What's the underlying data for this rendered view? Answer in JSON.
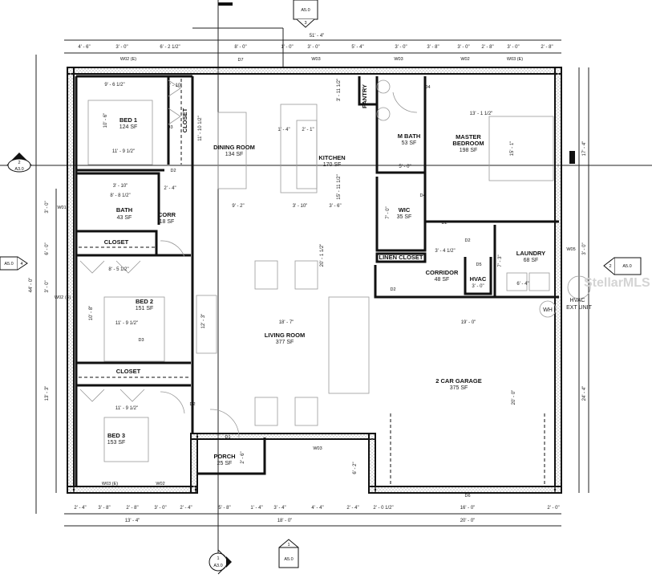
{
  "plan": {
    "overall_width": "51' - 4\"",
    "overall_depth": "44' - 0\"",
    "watermark": "StellarMLS",
    "rooms": {
      "bed1": {
        "name": "BED 1",
        "area": "124 SF"
      },
      "closet1": {
        "name": "CLOSET"
      },
      "dining": {
        "name": "DINING ROOM",
        "area": "134 SF"
      },
      "kitchen": {
        "name": "KITCHEN",
        "area": "170 SF"
      },
      "pantry": {
        "name": "PANTRY"
      },
      "bath": {
        "name": "BATH",
        "area": "43 SF"
      },
      "corr": {
        "name": "CORR",
        "area": "18 SF"
      },
      "closet2": {
        "name": "CLOSET"
      },
      "bed2": {
        "name": "BED 2",
        "area": "151 SF"
      },
      "living": {
        "name": "LIVING ROOM",
        "area": "377 SF"
      },
      "closet3": {
        "name": "CLOSET"
      },
      "bed3": {
        "name": "BED 3",
        "area": "153 SF"
      },
      "porch": {
        "name": "PORCH",
        "area": "25 SF"
      },
      "mbath": {
        "name": "M BATH",
        "area": "53 SF"
      },
      "master": {
        "name": "MASTER",
        "name2": "BEDROOM",
        "area": "198 SF"
      },
      "wic": {
        "name": "WIC",
        "area": "35 SF"
      },
      "linen": {
        "name": "LINEN CLOSET"
      },
      "corridor": {
        "name": "CORRIDOR",
        "area": "48 SF"
      },
      "hvac": {
        "name": "HVAC",
        "area": "3' - 0\""
      },
      "laundry": {
        "name": "LAUNDRY",
        "area": "68 SF"
      },
      "garage": {
        "name": "2 CAR GARAGE",
        "area": "375 SF"
      },
      "hvac_ext": {
        "name": "HVAC",
        "name2": "EXT UNIT"
      },
      "wh": {
        "name": "WH"
      }
    },
    "dims_top": [
      "4' - 6\"",
      "3' - 0\"",
      "6' - 2 1/2\"",
      "8' - 0\"",
      "1' - 0\"",
      "3' - 0\"",
      "5' - 4\"",
      "3' - 0\"",
      "3' - 8\"",
      "3' - 0\"",
      "2' - 8\"",
      "3' - 0\"",
      "2' - 8\""
    ],
    "dims_bottom": [
      "2' - 4\"",
      "3' - 8\"",
      "2' - 8\"",
      "3' - 0\"",
      "2' - 4\"",
      "5' - 8\"",
      "1' - 4\"",
      "3' - 4\"",
      "4' - 4\"",
      "2' - 4\"",
      "2' - 0 1/2\"",
      "16' - 0\"",
      "2' - 0\""
    ],
    "dims_bottom2": [
      "13' - 4\"",
      "18' - 0\"",
      "20' - 0\""
    ],
    "dims_left": [
      "3' - 0\"",
      "6' - 0\"",
      "3' - 0\"",
      "13' - 3\""
    ],
    "dims_right": [
      "17' - 4\"",
      "3' - 0\"",
      "24' - 4\""
    ],
    "dims_interior": {
      "bed1_w": "9' - 6 1/2\"",
      "bed1_w2": "11' - 9 1/2\"",
      "bed1_h": "10' - 6\"",
      "closet1": "1' - 10\"",
      "dining_h": "11' - 10 1/2\"",
      "dining_w": "9' - 2\"",
      "island_a": "1' - 4\"",
      "island_b": "2' - 1\"",
      "kitchen_a": "3' - 10\"",
      "kitchen_b": "3' - 6\"",
      "kitchen_h": "15' - 11 1/2\"",
      "pantry_h": "3' - 11 1/2\"",
      "bath_w": "3' - 10\"",
      "bath_w2": "8' - 8 1/2\"",
      "corr_w": "2' - 4\"",
      "bed2_w": "11' - 9 1/2\"",
      "bed2_h": "10' - 8\"",
      "closet_w": "8' - 5 1/2\"",
      "living_w": "18' - 7\"",
      "living_h": "20' - 1 1/2\"",
      "living_tv": "12' - 3\"",
      "bed3_w": "11' - 9 1/2\"",
      "master_w": "13' - 1 1/2\"",
      "master_h": "15' - 1\"",
      "mbath_w": "5' - 0\"",
      "wic_h": "7' - 0\"",
      "linen_w": "3' - 4 1/2\"",
      "laundry_h": "7' - 3\"",
      "laundry_w": "6' - 4\"",
      "garage_w": "19' - 0\"",
      "garage_h": "20' - 0\"",
      "porch_h": "2' - 6\"",
      "front_h": "6' - 2\""
    },
    "window_tags": [
      "W02 (E)",
      "D7",
      "W03",
      "W03",
      "W02",
      "W03 (E)",
      "W01",
      "W02 (E)",
      "W03 (E)",
      "W02",
      "W03",
      "W05"
    ],
    "door_tags": [
      "D2",
      "D3",
      "D4",
      "D4",
      "D2",
      "D2",
      "D5",
      "D1",
      "D6",
      "D2",
      "D2",
      "D3"
    ],
    "section_markers": [
      {
        "num": "3",
        "sheet": "A5.0"
      },
      {
        "num": "2",
        "sheet": "A3.0"
      },
      {
        "num": "4",
        "sheet": "A5.0"
      },
      {
        "num": "2",
        "sheet": "A5.0"
      },
      {
        "num": "1",
        "sheet": "A3.0"
      },
      {
        "num": "1",
        "sheet": "A5.0"
      }
    ]
  }
}
